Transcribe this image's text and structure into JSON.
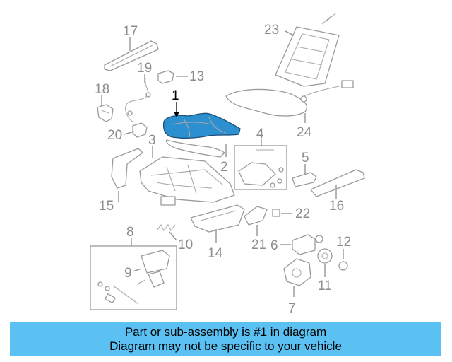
{
  "diagram": {
    "highlight_color": "#2b8fd0",
    "banner_color": "#5bc1f3",
    "callouts": {
      "c1": "1",
      "c2": "2",
      "c3": "3",
      "c4": "4",
      "c5": "5",
      "c6": "6",
      "c7": "7",
      "c8": "8",
      "c9": "9",
      "c10": "10",
      "c11": "11",
      "c12": "12",
      "c13": "13",
      "c14": "14",
      "c15": "15",
      "c16": "16",
      "c17": "17",
      "c18": "18",
      "c19": "19",
      "c20": "20",
      "c21": "21",
      "c22": "22",
      "c23": "23",
      "c24": "24"
    }
  },
  "banner": {
    "line1": "Part or sub-assembly is #1 in diagram",
    "line2": "Diagram may not be specific to your vehicle"
  }
}
